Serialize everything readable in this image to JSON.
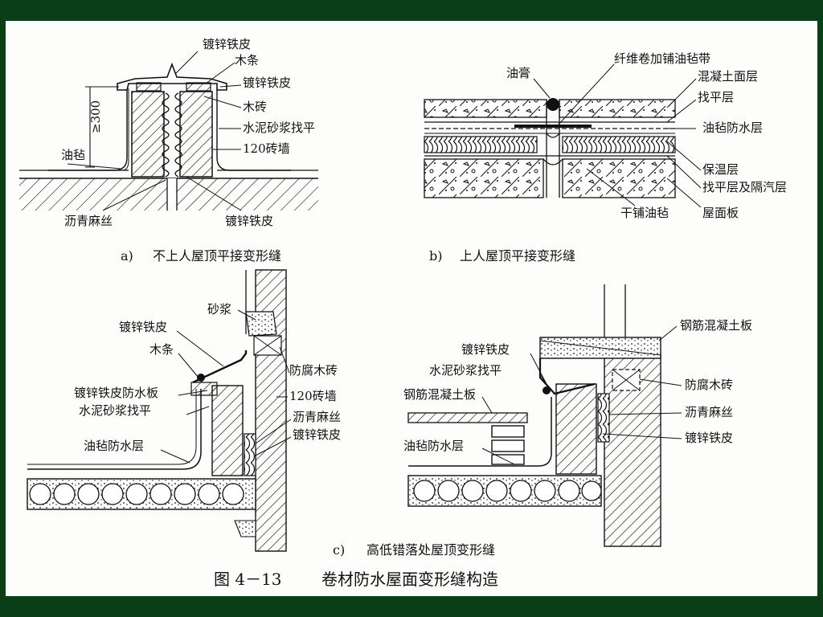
{
  "a": {
    "caption_prefix": "a)",
    "caption": "不上人屋顶平接变形缝",
    "labels": {
      "galv_top": "镀锌铁皮",
      "wood_strip": "木条",
      "galv_mid": "镀锌铁皮",
      "wood_brick": "木砖",
      "mortar": "水泥砂浆找平",
      "wall": "120砖墙",
      "felt": "油毡",
      "asphalt": "沥青麻丝",
      "galv_bottom": "镀锌铁皮",
      "dim": "≥300"
    }
  },
  "b": {
    "caption_prefix": "b)",
    "caption": "上人屋顶平接变形缝",
    "labels": {
      "fiber": "纤维卷加铺油毡带",
      "putty": "油膏",
      "concrete_top": "混凝土面层",
      "leveling": "找平层",
      "felt_waterproof": "油毡防水层",
      "insulation": "保温层",
      "leveling_vapor": "找平层及隔汽层",
      "dry_felt": "干铺油毡",
      "roof_slab": "屋面板"
    }
  },
  "c": {
    "caption_prefix": "c)",
    "caption": "高低错落处屋顶变形缝",
    "left": {
      "mortar_label": "砂浆",
      "galv": "镀锌铁皮",
      "wood_strip": "木条",
      "galv_board": "镀锌铁皮防水板",
      "mortar_level": "水泥砂浆找平",
      "felt": "油毡防水层",
      "anticorrosive": "防腐木砖",
      "wall": "120砖墙",
      "asphalt": "沥青麻丝",
      "galv_right": "镀锌铁皮"
    },
    "right": {
      "rc_slab_top": "钢筋混凝土板",
      "galv": "镀锌铁皮",
      "mortar_level": "水泥砂浆找平",
      "rc_slab": "钢筋混凝土板",
      "felt": "油毡防水层",
      "anticorrosive": "防腐木砖",
      "asphalt": "沥青麻丝",
      "galv_right": "镀锌铁皮"
    }
  },
  "figure": {
    "number": "图 4－13",
    "title": "卷材防水屋面变形缝构造"
  },
  "colors": {
    "border": "#0b3d17",
    "paper": "#fdfdfb",
    "ink": "#111111"
  }
}
